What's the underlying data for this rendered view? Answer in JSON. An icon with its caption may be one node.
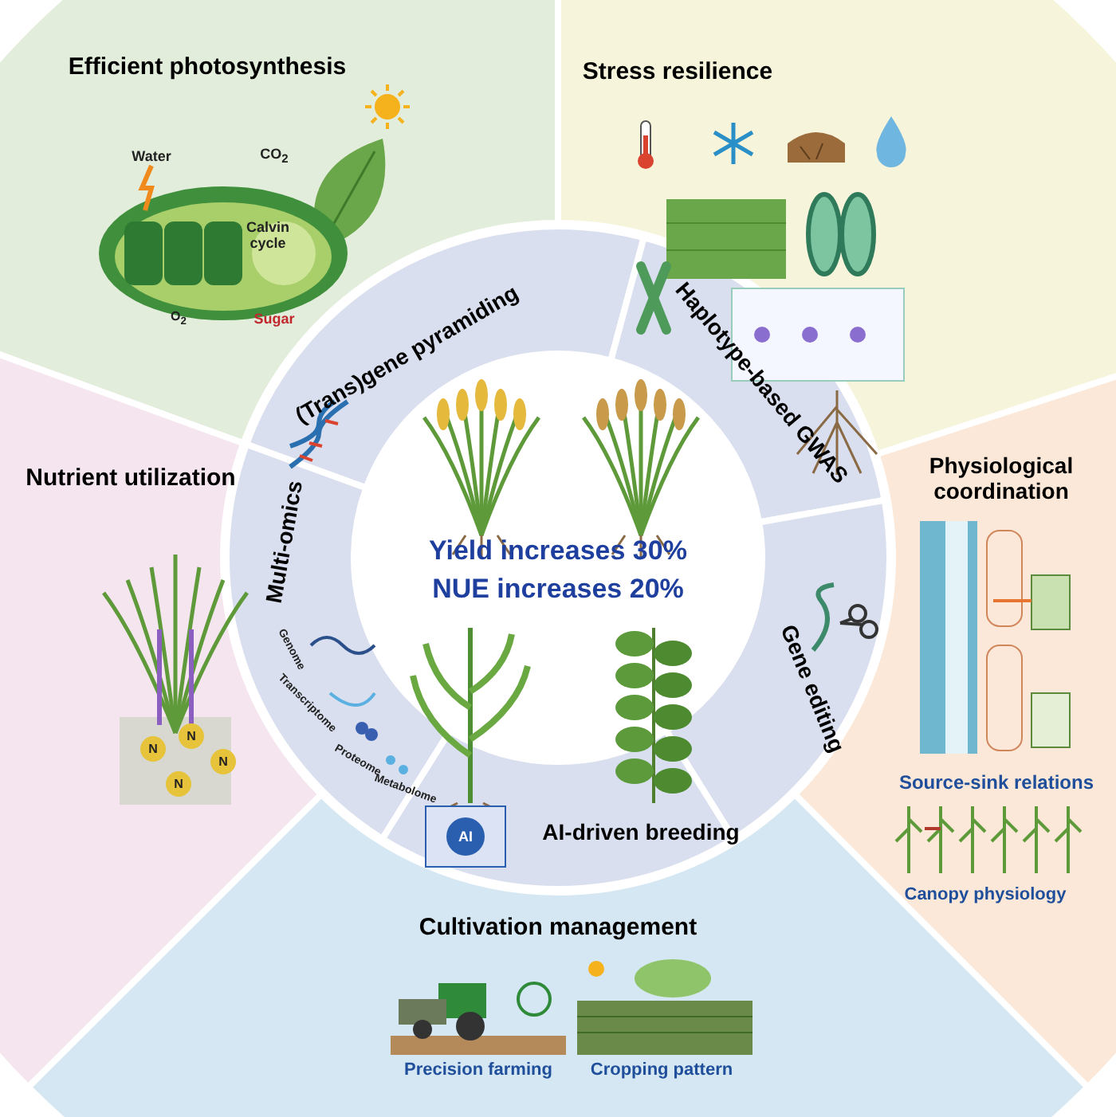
{
  "diagram": {
    "nodes": [
      {
        "text": [
          "Efficient photosynthesis"
        ]
      },
      {
        "text": [
          "Stress resilience"
        ]
      },
      {
        "text": [
          "Physiological coordination",
          "Source-sink relations",
          "Canopy physiology"
        ]
      },
      {
        "text": [
          "Cultivation management",
          "Precision farming",
          "Cropping pattern"
        ]
      },
      {
        "text": [
          "Nutrient utilization"
        ]
      },
      {
        "text": [
          "(Trans)gene pyramiding"
        ]
      },
      {
        "text": [
          "Haplotype-based GWAS"
        ]
      },
      {
        "text": [
          "Gene editing"
        ]
      },
      {
        "text": [
          "AI-driven breeding"
        ]
      },
      {
        "text": [
          "Multi-omics"
        ]
      },
      {
        "text": [
          "Yield increases 30%",
          "NUE increases 20%"
        ]
      }
    ],
    "edges": [],
    "labels": [
      "Water",
      "CO$_{2}$",
      "Calvin cycle",
      "O$_{2}$",
      "Sugar",
      "Genome",
      "Transcriptome",
      "Proteome",
      "Metabolome",
      "AI",
      "N",
      "N",
      "N",
      "N"
    ]
  }
}
